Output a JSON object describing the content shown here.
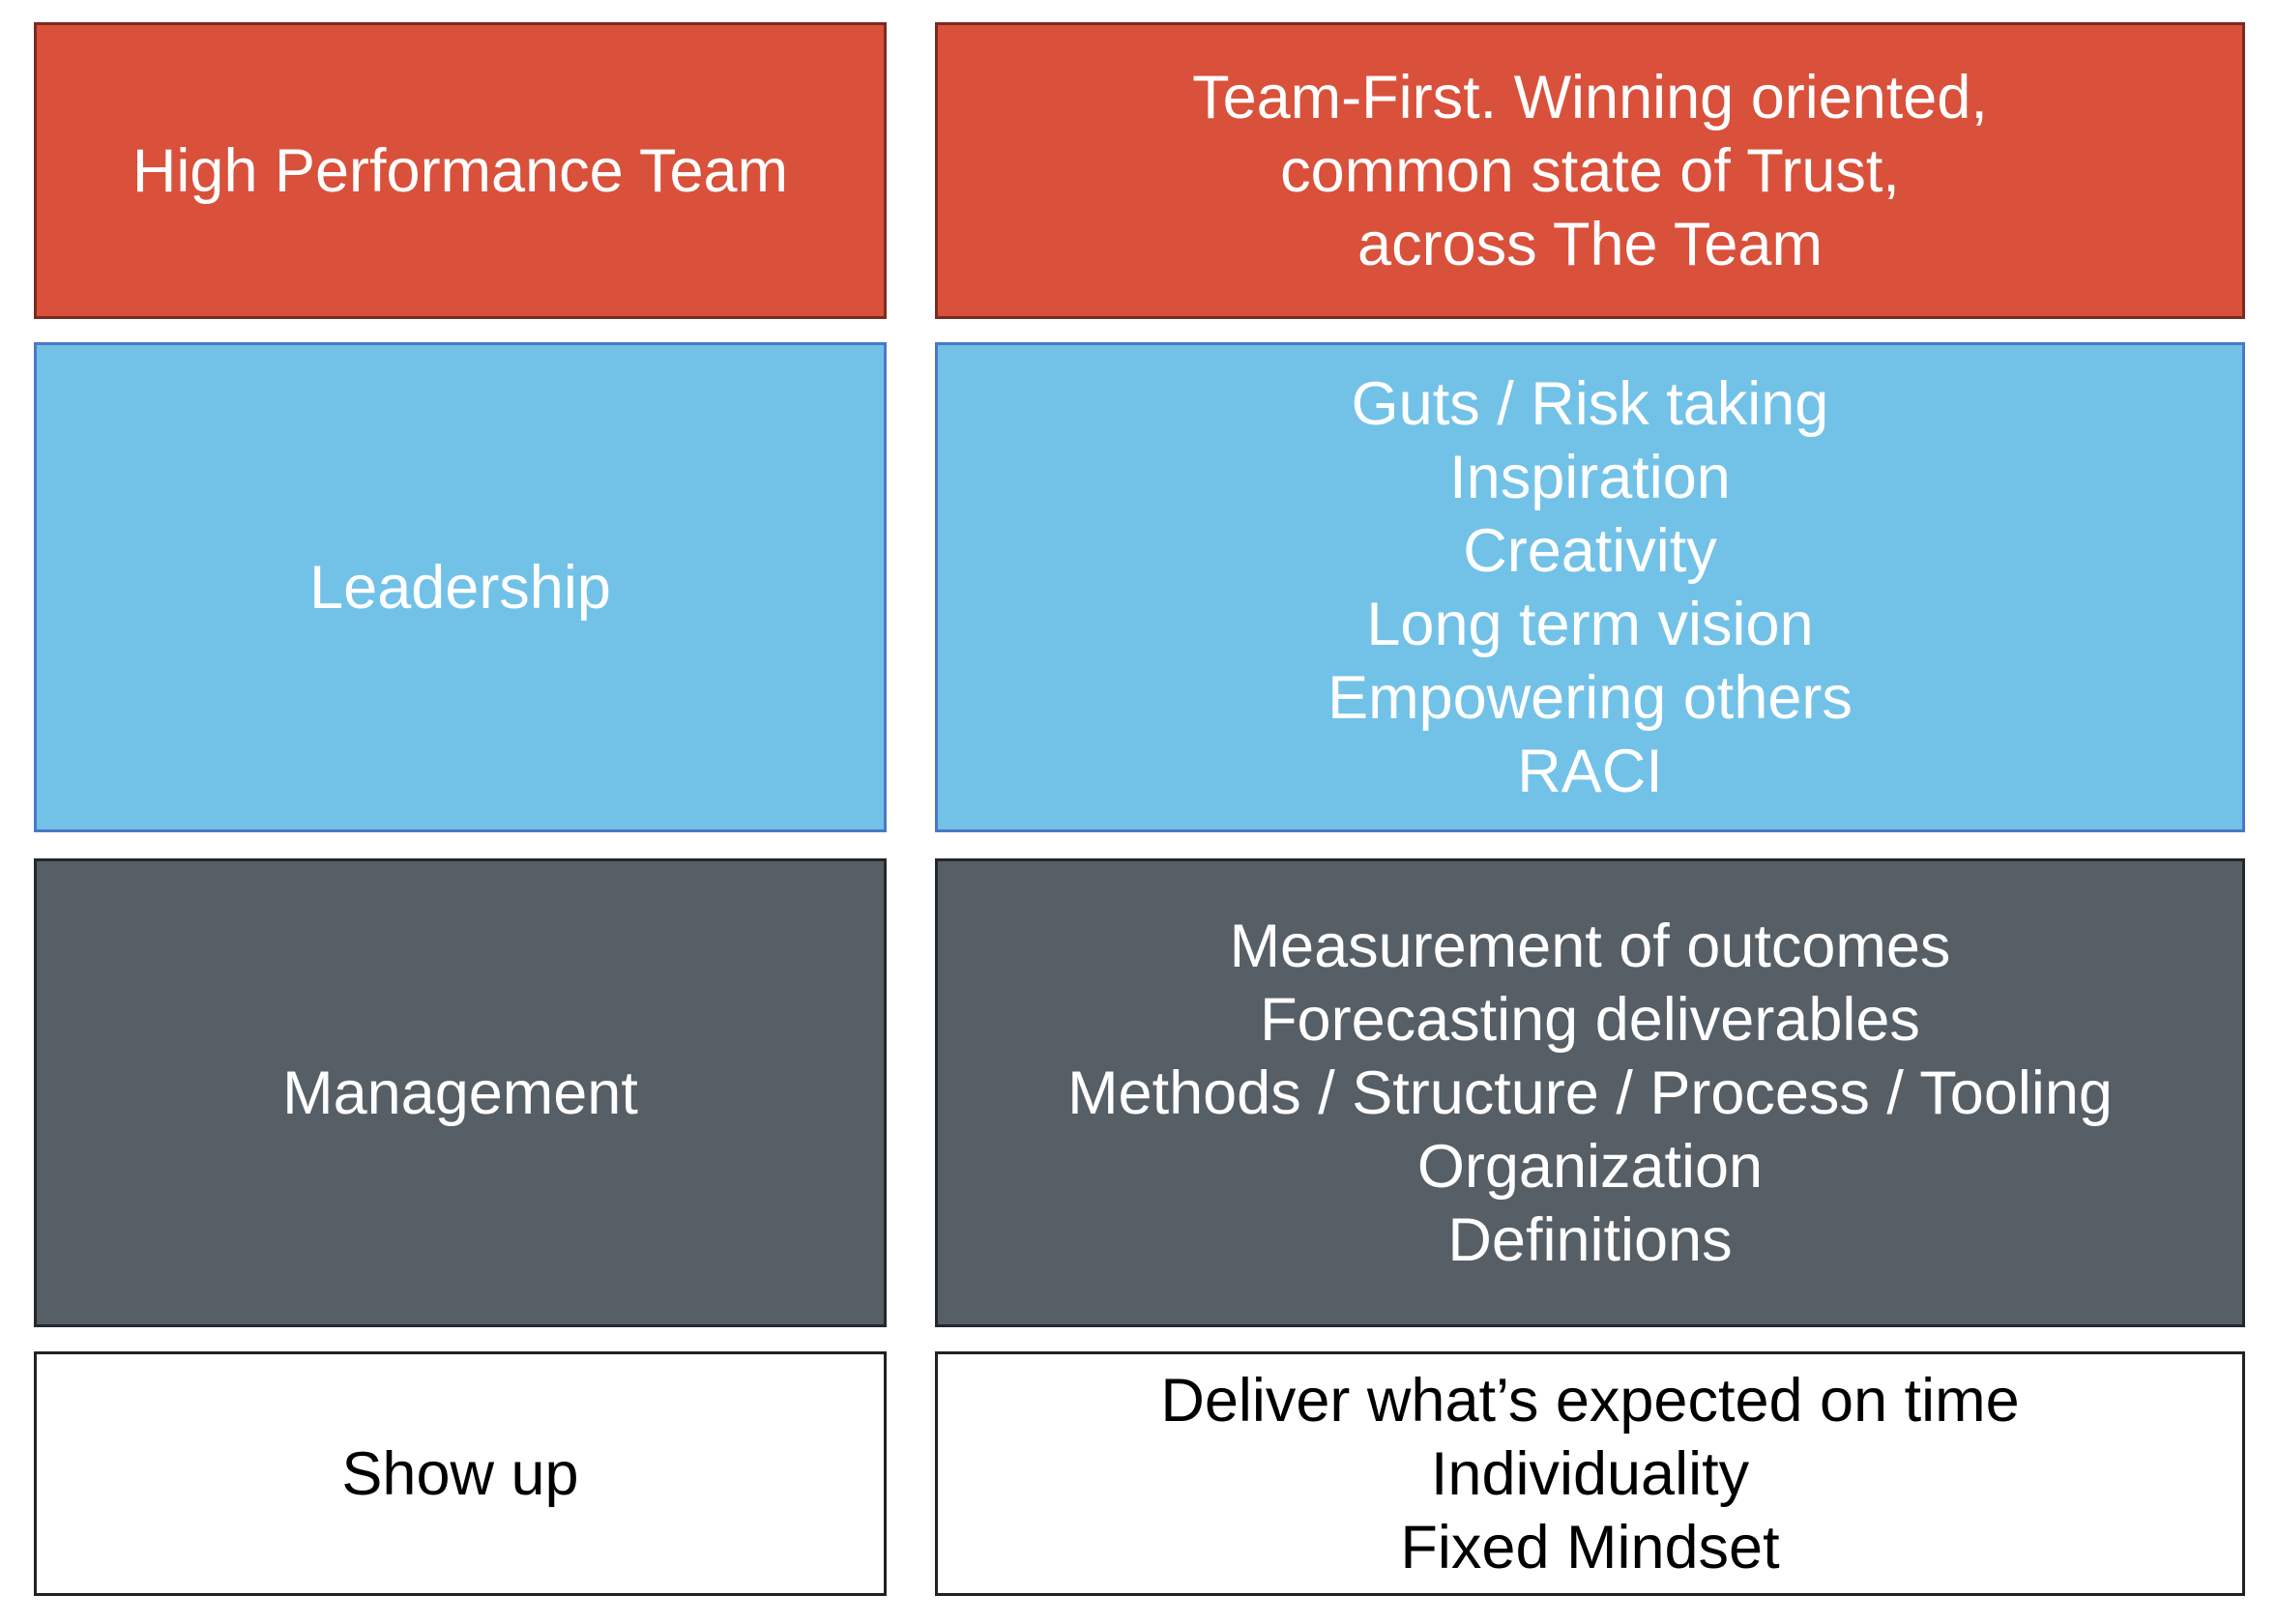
{
  "rows": [
    {
      "label": "High Performance Team",
      "details": [
        "Team-First. Winning oriented,",
        "common state of Trust,",
        "across The Team"
      ],
      "fill": "#d9513b"
    },
    {
      "label": "Leadership",
      "details": [
        "Guts / Risk taking",
        "Inspiration",
        "Creativity",
        "Long term vision",
        "Empowering others",
        "RACI"
      ],
      "fill": "#72c2e8"
    },
    {
      "label": "Management",
      "details": [
        "Measurement of outcomes",
        "Forecasting deliverables",
        "Methods / Structure / Process / Tooling",
        "Organization",
        "Definitions"
      ],
      "fill": "#565e66"
    },
    {
      "label": "Show up",
      "details": [
        "Deliver what’s expected on time",
        "Individuality",
        "Fixed Mindset"
      ],
      "fill": "#ffffff"
    }
  ]
}
